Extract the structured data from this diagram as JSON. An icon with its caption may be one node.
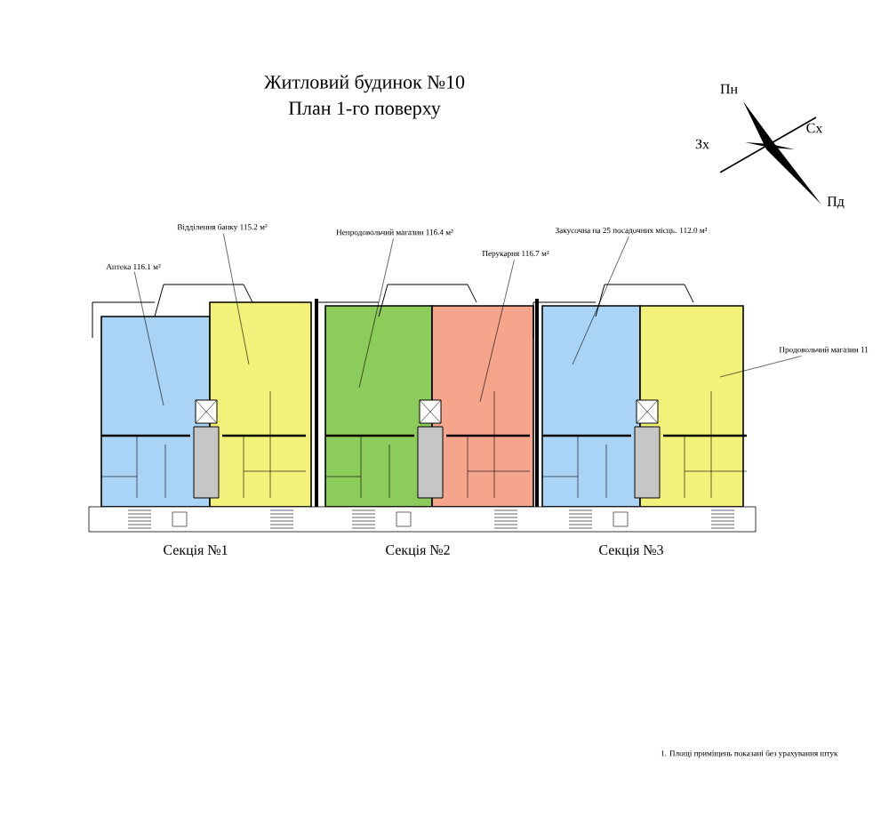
{
  "diagram": {
    "title": "Житловий будинок №10",
    "nodes": [
      {
        "text": [
          "Аптека 116.1 м²"
        ]
      },
      {
        "text": [
          "Відділення банку 115.2 м²"
        ]
      },
      {
        "text": [
          "Непродовольчий магазин 116.4 м²"
        ]
      },
      {
        "text": [
          "Перукарня 116.7 м²"
        ]
      },
      {
        "text": [
          "Закусочна на 25 посадочних місць. 112.0 м²"
        ]
      },
      {
        "text": [
          "Продовольчий магазин 11"
        ]
      },
      {
        "text": [],
        "shape": "box"
      },
      {
        "text": [],
        "shape": "box"
      },
      {
        "text": [],
        "shape": "box"
      },
      {
        "text": [],
        "shape": "box"
      },
      {
        "text": [],
        "shape": "box"
      },
      {
        "text": [],
        "shape": "box"
      }
    ],
    "edges": [
      {
        "from": 0,
        "to": 6,
        "arrow": "none"
      },
      {
        "from": 1,
        "to": 7,
        "arrow": "none"
      },
      {
        "from": 2,
        "to": 8,
        "arrow": "none"
      },
      {
        "from": 3,
        "to": 9,
        "arrow": "none"
      },
      {
        "from": 4,
        "to": 10,
        "arrow": "none"
      },
      {
        "from": 5,
        "to": 11,
        "arrow": "none"
      }
    ],
    "labels": [
      "План 1-го поверху",
      "Пн",
      "Сх",
      "Зх",
      "Пд",
      "Секція №1",
      "Секція №2",
      "Секція №3",
      "1. Площі приміщень показані без урахування штук"
    ]
  }
}
